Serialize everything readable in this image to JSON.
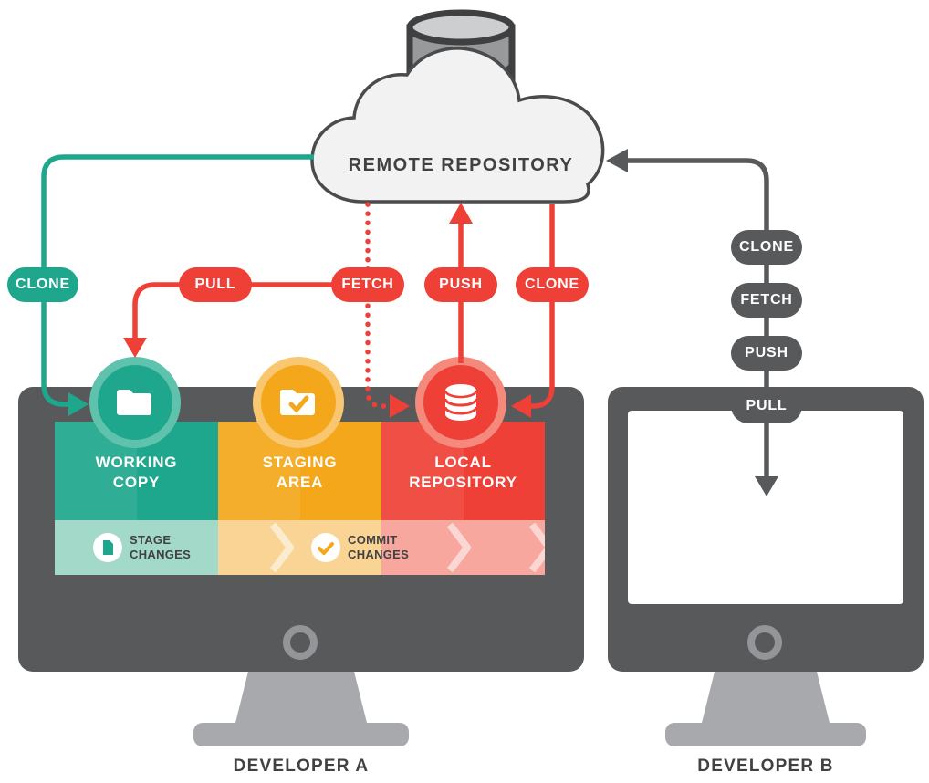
{
  "remote": {
    "label": "REMOTE REPOSITORY",
    "icon": "database-icon"
  },
  "pills_top": {
    "clone_teal": "CLONE",
    "pull": "PULL",
    "fetch": "FETCH",
    "push": "PUSH",
    "clone_red": "CLONE"
  },
  "pills_right": [
    "CLONE",
    "FETCH",
    "PUSH",
    "PULL"
  ],
  "dev_a": {
    "label": "DEVELOPER A",
    "columns": [
      {
        "title": "WORKING\nCOPY",
        "icon": "folder-icon",
        "color": "#1FA78D"
      },
      {
        "title": "STAGING\nAREA",
        "icon": "folder-check-icon",
        "color": "#F5A71B"
      },
      {
        "title": "LOCAL\nREPOSITORY",
        "icon": "database-icon",
        "color": "#EE4036"
      }
    ],
    "actions": [
      {
        "label": "STAGE\nCHANGES",
        "icon": "page-icon"
      },
      {
        "label": "COMMIT\nCHANGES",
        "icon": "check-icon"
      }
    ]
  },
  "dev_b": {
    "label": "DEVELOPER B"
  },
  "colors": {
    "teal": "#1FA78D",
    "orange": "#F5A71B",
    "red": "#EE4036",
    "dark_gray": "#58595B",
    "light_gray": "#A7A9AC"
  }
}
